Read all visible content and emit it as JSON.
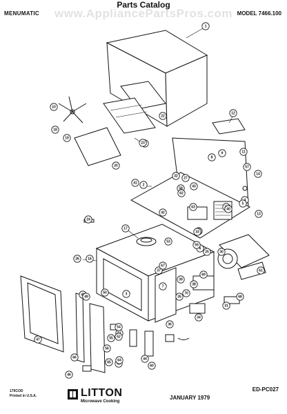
{
  "header": {
    "title": "Parts Catalog",
    "brand": "MENUMATIC",
    "model": "MODEL 7466.100",
    "watermark": "www.AppliancePartsPros.com"
  },
  "footer": {
    "code": "179COD",
    "made_in": "Printed in U.S.A.",
    "logo_name": "LITTON",
    "logo_sub": "Microwave Cooking",
    "date": "JANUARY  1979",
    "doc_number": "ED-PC027"
  },
  "callouts": [
    {
      "id": "1"
    },
    {
      "id": "2"
    },
    {
      "id": "3"
    },
    {
      "id": "4"
    },
    {
      "id": "5"
    },
    {
      "id": "6"
    },
    {
      "id": "7"
    },
    {
      "id": "8"
    },
    {
      "id": "9"
    },
    {
      "id": "10"
    },
    {
      "id": "11"
    },
    {
      "id": "12"
    },
    {
      "id": "13"
    },
    {
      "id": "14"
    },
    {
      "id": "16"
    },
    {
      "id": "17"
    },
    {
      "id": "18"
    },
    {
      "id": "19"
    },
    {
      "id": "20"
    },
    {
      "id": "21"
    },
    {
      "id": "22"
    },
    {
      "id": "23"
    },
    {
      "id": "24"
    },
    {
      "id": "25"
    },
    {
      "id": "26"
    },
    {
      "id": "27"
    },
    {
      "id": "28"
    },
    {
      "id": "30"
    },
    {
      "id": "31"
    },
    {
      "id": "32"
    },
    {
      "id": "33"
    },
    {
      "id": "34"
    },
    {
      "id": "35"
    },
    {
      "id": "36"
    },
    {
      "id": "37"
    },
    {
      "id": "38"
    },
    {
      "id": "39"
    },
    {
      "id": "40"
    },
    {
      "id": "41"
    },
    {
      "id": "42"
    },
    {
      "id": "43"
    },
    {
      "id": "44"
    },
    {
      "id": "45"
    },
    {
      "id": "46"
    },
    {
      "id": "47"
    },
    {
      "id": "48"
    },
    {
      "id": "49"
    },
    {
      "id": "50"
    },
    {
      "id": "51"
    },
    {
      "id": "52"
    },
    {
      "id": "53"
    },
    {
      "id": "54"
    },
    {
      "id": "55"
    },
    {
      "id": "56"
    },
    {
      "id": "57"
    },
    {
      "id": "58"
    },
    {
      "id": "59"
    },
    {
      "id": "60"
    },
    {
      "id": "61"
    },
    {
      "id": "62"
    },
    {
      "id": "63"
    },
    {
      "id": "64"
    },
    {
      "id": "65"
    },
    {
      "id": "66"
    },
    {
      "id": "67"
    },
    {
      "id": "68"
    },
    {
      "id": "69"
    },
    {
      "id": "70"
    }
  ]
}
